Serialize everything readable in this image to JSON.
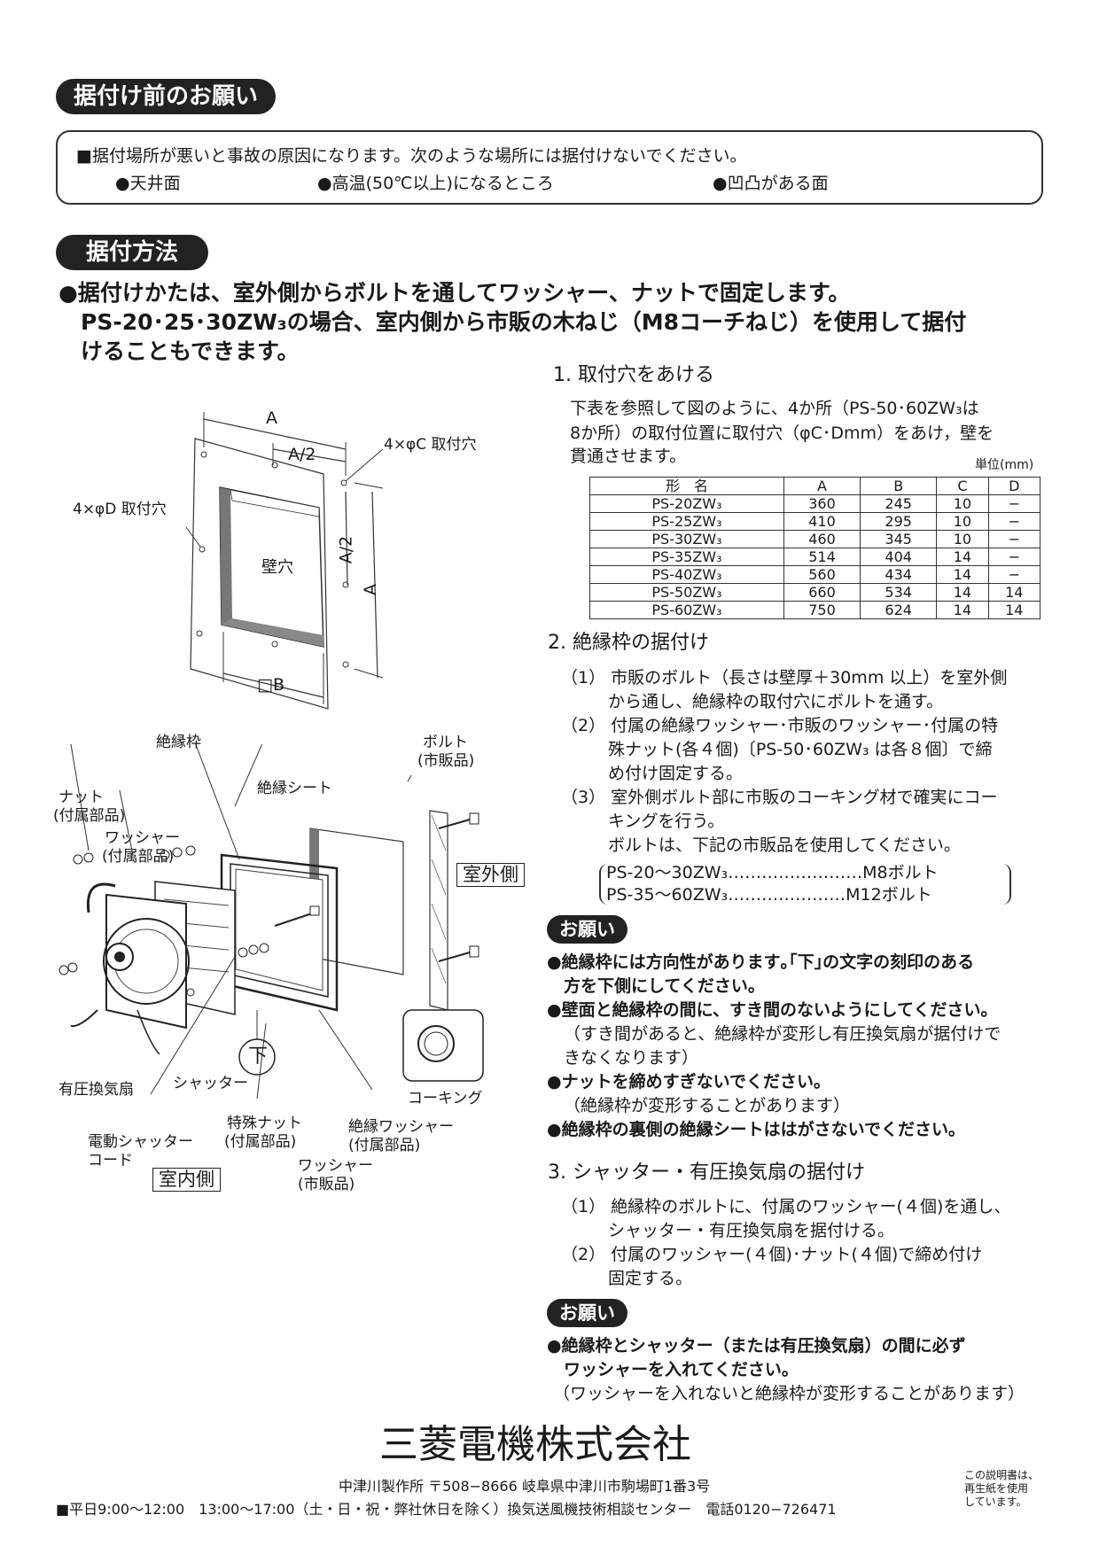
{
  "pre_install": {
    "title": "据付け前のお願い",
    "notice": "■据付場所が悪いと事故の原因になります。次のような場所には据付けないでください。",
    "items": [
      "●天井面",
      "●高温(50℃以上)になるところ",
      "●凹凸がある面"
    ]
  },
  "method": {
    "title": "据付方法",
    "intro": [
      "●据付けかたは、室外側からボルトを通してワッシャー、ナットで固定します。",
      "PS-20･25･30ZW₃の場合、室内側から市販の木ねじ（M8コーチねじ）を使用して据付",
      "けることもできます。"
    ]
  },
  "step1": {
    "title": "1. 取付穴をあける",
    "lines": [
      "下表を参照して図のように、4か所（PS-50･60ZW₃は",
      "8か所）の取付位置に取付穴（φC･Dmm）をあけ，壁を",
      "貫通させます。"
    ],
    "unit": "単位(mm)",
    "table": {
      "headers": [
        "形　名",
        "A",
        "B",
        "C",
        "D"
      ],
      "rows": [
        [
          "PS-20ZW₃",
          "360",
          "245",
          "10",
          "−"
        ],
        [
          "PS-25ZW₃",
          "410",
          "295",
          "10",
          "−"
        ],
        [
          "PS-30ZW₃",
          "460",
          "345",
          "10",
          "−"
        ],
        [
          "PS-35ZW₃",
          "514",
          "404",
          "14",
          "−"
        ],
        [
          "PS-40ZW₃",
          "560",
          "434",
          "14",
          "−"
        ],
        [
          "PS-50ZW₃",
          "660",
          "534",
          "14",
          "14"
        ],
        [
          "PS-60ZW₃",
          "750",
          "624",
          "14",
          "14"
        ]
      ]
    }
  },
  "step2": {
    "title": "2. 絶縁枠の据付け",
    "lines": [
      "（1） 市販のボルト（長さは壁厚＋30mm 以上）を室外側",
      "から通し、絶縁枠の取付穴にボルトを通す。",
      "（2） 付属の絶縁ワッシャー･市販のワッシャー･付属の特",
      "殊ナット(各４個)〔PS-50･60ZW₃ は各８個〕で締",
      "め付け固定する。",
      "（3） 室外側ボルト部に市販のコーキング材で確実にコー",
      "キングを行う。",
      "ボルトは、下記の市販品を使用してください。"
    ],
    "bolts": [
      "PS-20〜30ZW₃……………………M8ボルト",
      "PS-35〜60ZW₃…………………M12ボルト"
    ]
  },
  "request1": {
    "title": "お願い",
    "lines": [
      "●絶縁枠には方向性があります｡｢下｣の文字の刻印のある",
      "方を下側にしてください。",
      "●壁面と絶縁枠の間に、すき間のないようにしてください。",
      "（すき間があると、絶縁枠が変形し有圧換気扇が据付けで",
      "きなくなります）",
      "●ナットを締めすぎないでください。",
      "（絶縁枠が変形することがあります）",
      "●絶縁枠の裏側の絶縁シートははがさないでください。"
    ]
  },
  "step3": {
    "title": "3. シャッター・有圧換気扇の据付け",
    "lines": [
      "（1） 絶縁枠のボルトに、付属のワッシャー(４個)を通し、",
      "シャッター・有圧換気扇を据付ける。",
      "（2） 付属のワッシャー(４個)･ナット(４個)で締め付け",
      "固定する。"
    ]
  },
  "request2": {
    "title": "お願い",
    "lines": [
      "●絶縁枠とシャッター（または有圧換気扇）の間に必ず",
      "ワッシャーを入れてください。",
      "（ワッシャーを入れないと絶縁枠が変形することがあります）"
    ]
  },
  "diagram1": {
    "A": "A",
    "A2": "A/2",
    "A2v": "A/2",
    "Av": "A",
    "B": "□B",
    "hole_c": "4×φC 取付穴",
    "hole_d": "4×φD 取付穴",
    "wall": "壁穴"
  },
  "diagram2": {
    "frame": "絶縁枠",
    "bolt": "ボルト",
    "bolt_sub": "(市販品)",
    "sheet": "絶縁シート",
    "nut": "ナット",
    "nut_sub": "(付属部品)",
    "washer": "ワッシャー",
    "washer_sub": "(付属部品)",
    "outdoor": "室外側",
    "fan": "有圧換気扇",
    "shutter": "シャッター",
    "down": "下",
    "caulking": "コーキング",
    "special_nut": "特殊ナット",
    "special_nut_sub": "(付属部品)",
    "ins_washer": "絶縁ワッシャー",
    "ins_washer_sub": "(付属部品)",
    "cord1": "電動シャッター",
    "cord2": "コード",
    "washer2": "ワッシャー",
    "washer2_sub": "(市販品)",
    "indoor": "室内側"
  },
  "footer": {
    "company": "三菱電機株式会社",
    "address": "中津川製作所 〒508−8666 岐阜県中津川市駒場町1番3号",
    "hours": "■平日9:00〜12:00　13:00〜17:00（土・日・祝・弊社休日を除く）換気送風機技術相談センター　電話0120−726471",
    "recycle": [
      "この説明書は、",
      "再生紙を使用",
      "しています。"
    ]
  }
}
